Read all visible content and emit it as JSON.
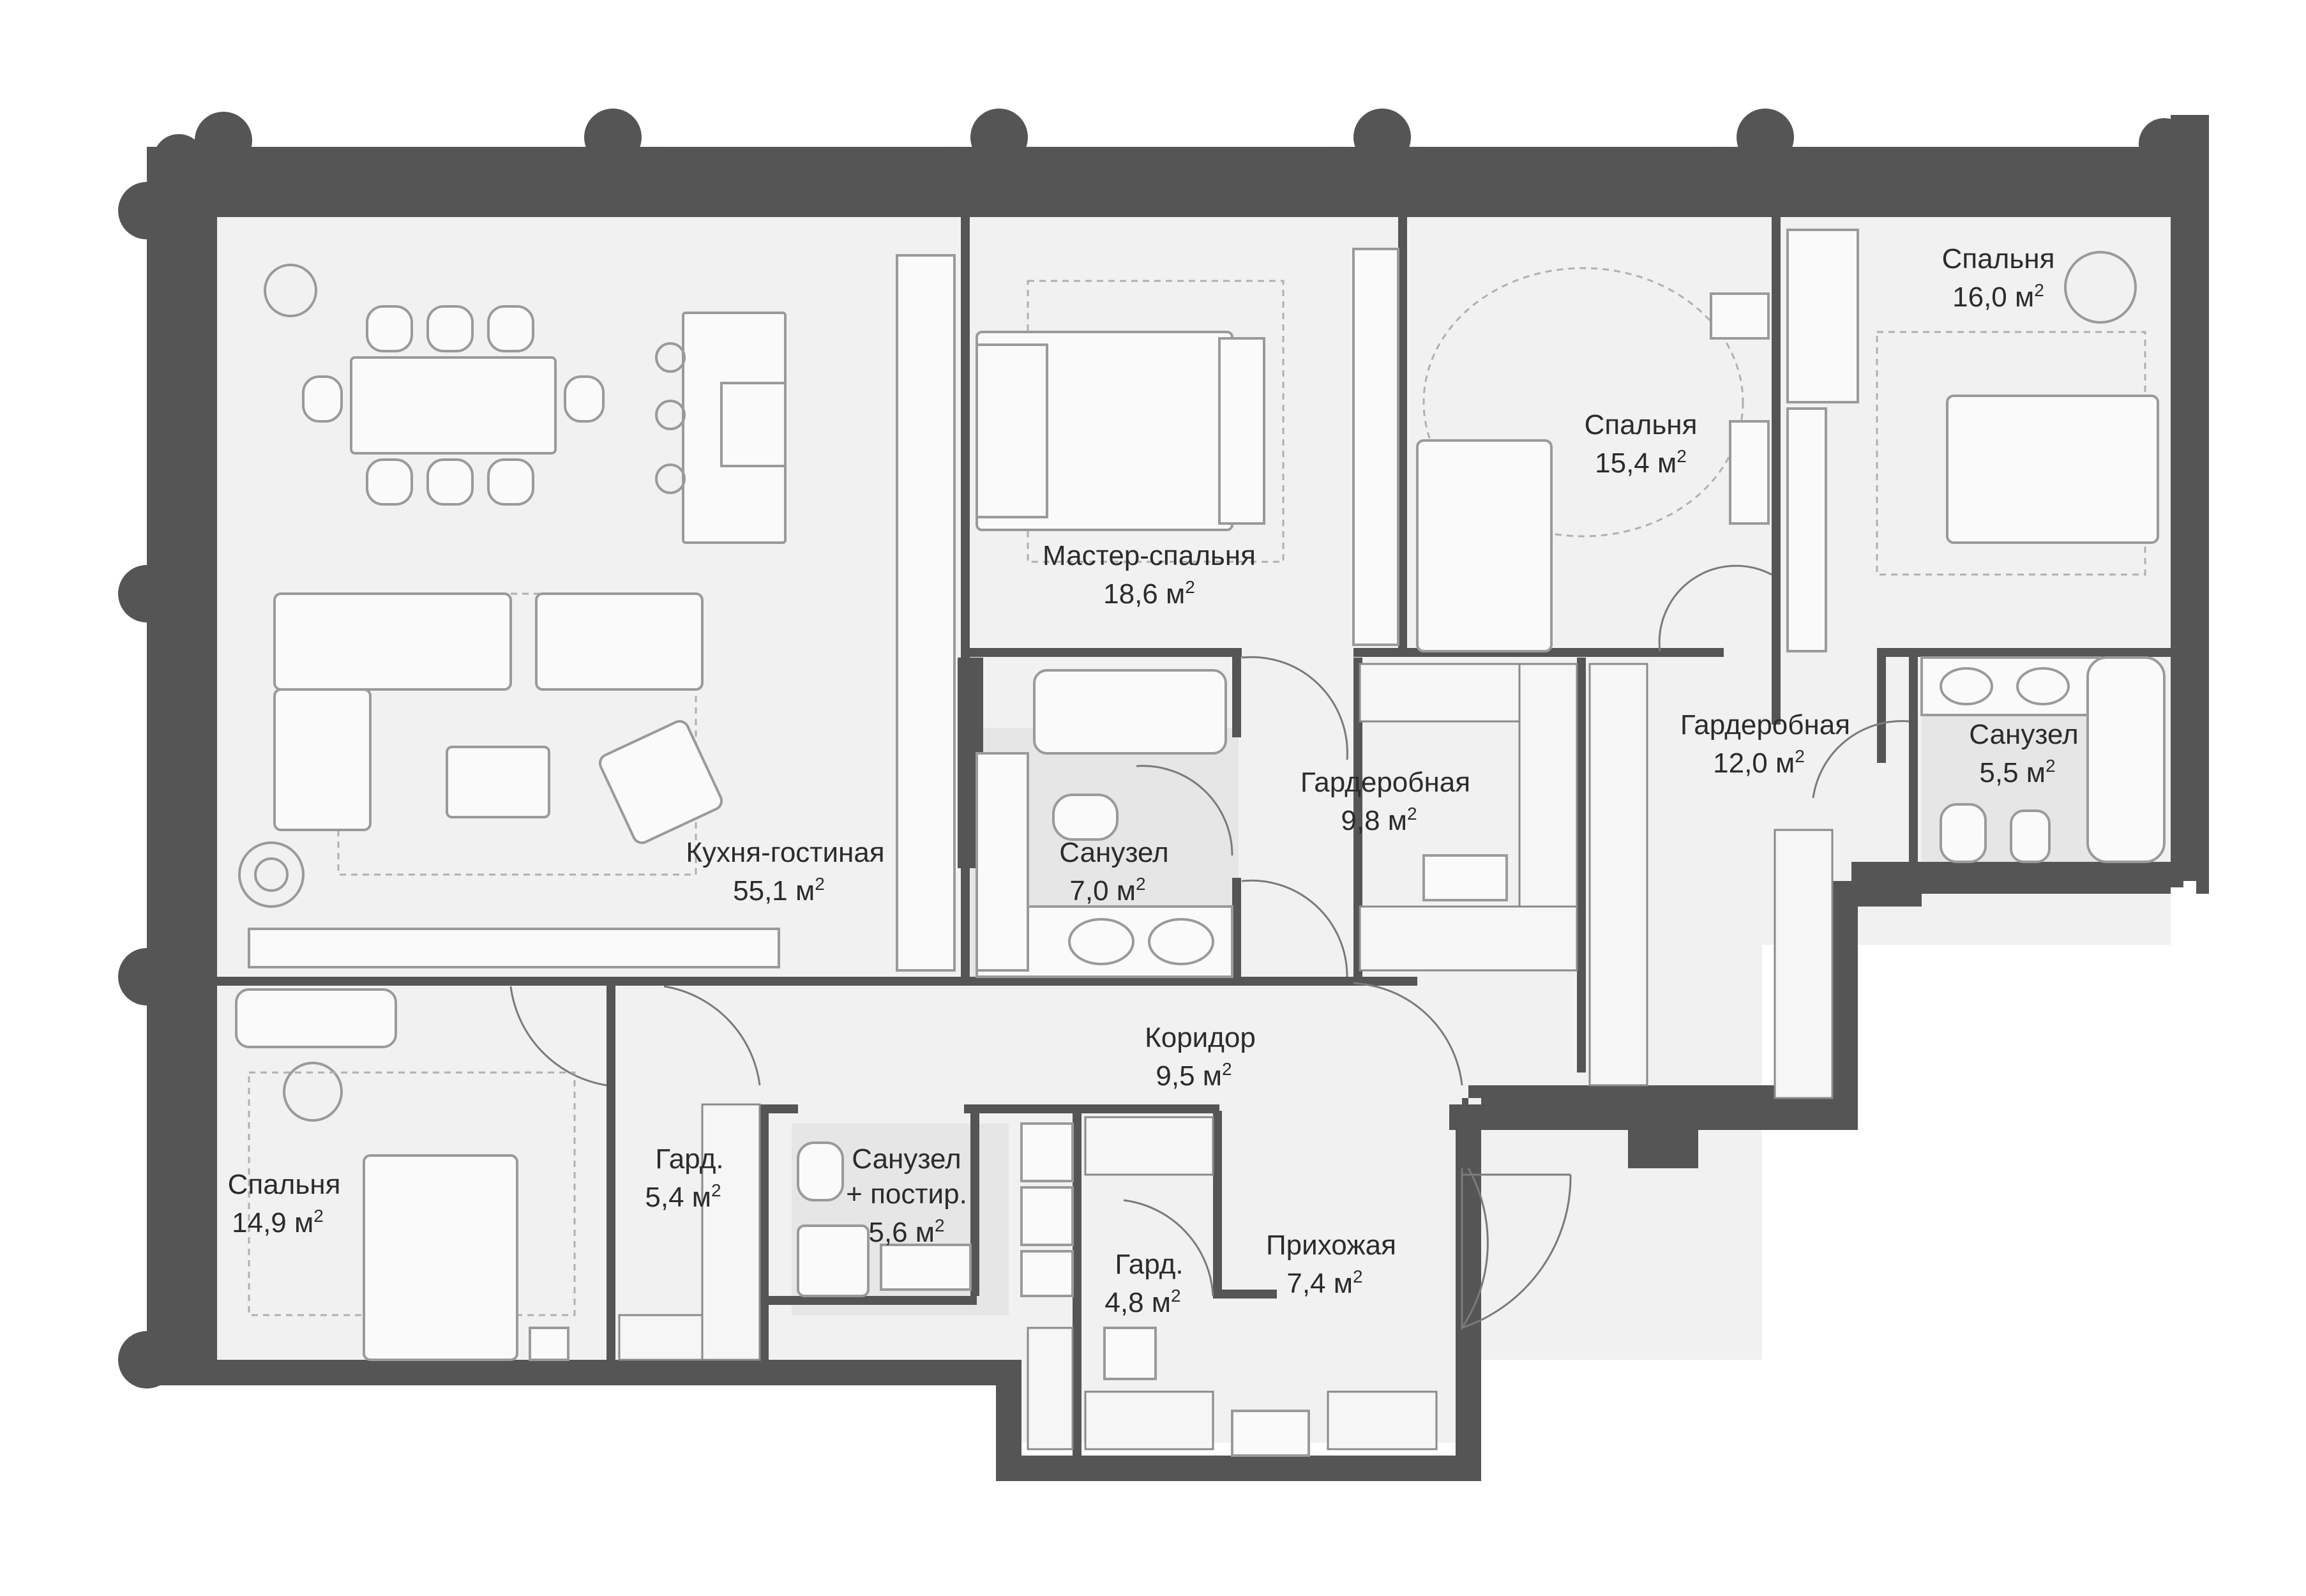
{
  "plan": {
    "rooms": [
      {
        "id": "living",
        "name": "Кухня-гостиная",
        "area": "55,1 м",
        "unit_sup": "2"
      },
      {
        "id": "master",
        "name": "Мастер-спальня",
        "area": "18,6 м",
        "unit_sup": "2"
      },
      {
        "id": "bed2",
        "name": "Спальня",
        "area": "15,4 м",
        "unit_sup": "2"
      },
      {
        "id": "bed3",
        "name": "Спальня",
        "area": "16,0 м",
        "unit_sup": "2"
      },
      {
        "id": "bed4",
        "name": "Спальня",
        "area": "14,9 м",
        "unit_sup": "2"
      },
      {
        "id": "bath1",
        "name": "Санузел",
        "area": "7,0 м",
        "unit_sup": "2"
      },
      {
        "id": "ward1",
        "name": "Гардеробная",
        "area": "9,8 м",
        "unit_sup": "2"
      },
      {
        "id": "ward2",
        "name": "Гардеробная",
        "area": "12,0 м",
        "unit_sup": "2"
      },
      {
        "id": "bath2",
        "name": "Санузел",
        "area": "5,5 м",
        "unit_sup": "2"
      },
      {
        "id": "corridor",
        "name": "Коридор",
        "area": "9,5 м",
        "unit_sup": "2"
      },
      {
        "id": "gard1",
        "name": "Гард.",
        "area": "5,4 м",
        "unit_sup": "2"
      },
      {
        "id": "bath3",
        "name": "Санузел",
        "name2": "+ постир.",
        "area": "5,6 м",
        "unit_sup": "2"
      },
      {
        "id": "gard2",
        "name": "Гард.",
        "area": "4,8 м",
        "unit_sup": "2"
      },
      {
        "id": "hall",
        "name": "Прихожая",
        "area": "7,4 м",
        "unit_sup": "2"
      }
    ]
  }
}
